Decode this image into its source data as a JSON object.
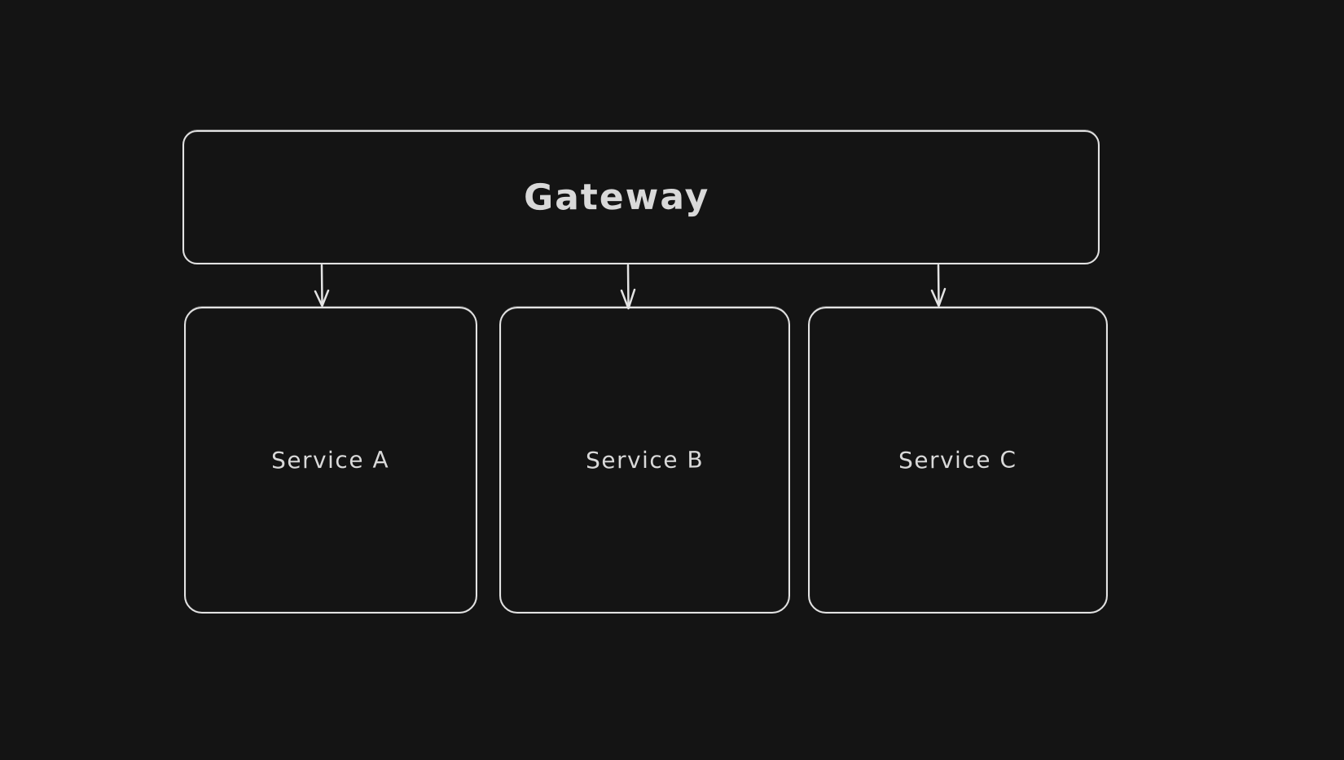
{
  "canvas": {
    "background": "#141414",
    "stroke_color": "#e3e3e3",
    "text_color": "#d9d9d9"
  },
  "diagram": {
    "nodes": [
      {
        "id": "gateway",
        "label": "Gateway",
        "shape": "rectangle"
      },
      {
        "id": "service-a",
        "label": "Service A",
        "shape": "rectangle"
      },
      {
        "id": "service-b",
        "label": "Service B",
        "shape": "rectangle"
      },
      {
        "id": "service-c",
        "label": "Service C",
        "shape": "rectangle"
      }
    ],
    "edges": [
      {
        "from": "gateway",
        "to": "service-a",
        "type": "arrow"
      },
      {
        "from": "gateway",
        "to": "service-b",
        "type": "arrow"
      },
      {
        "from": "gateway",
        "to": "service-c",
        "type": "arrow"
      }
    ]
  }
}
